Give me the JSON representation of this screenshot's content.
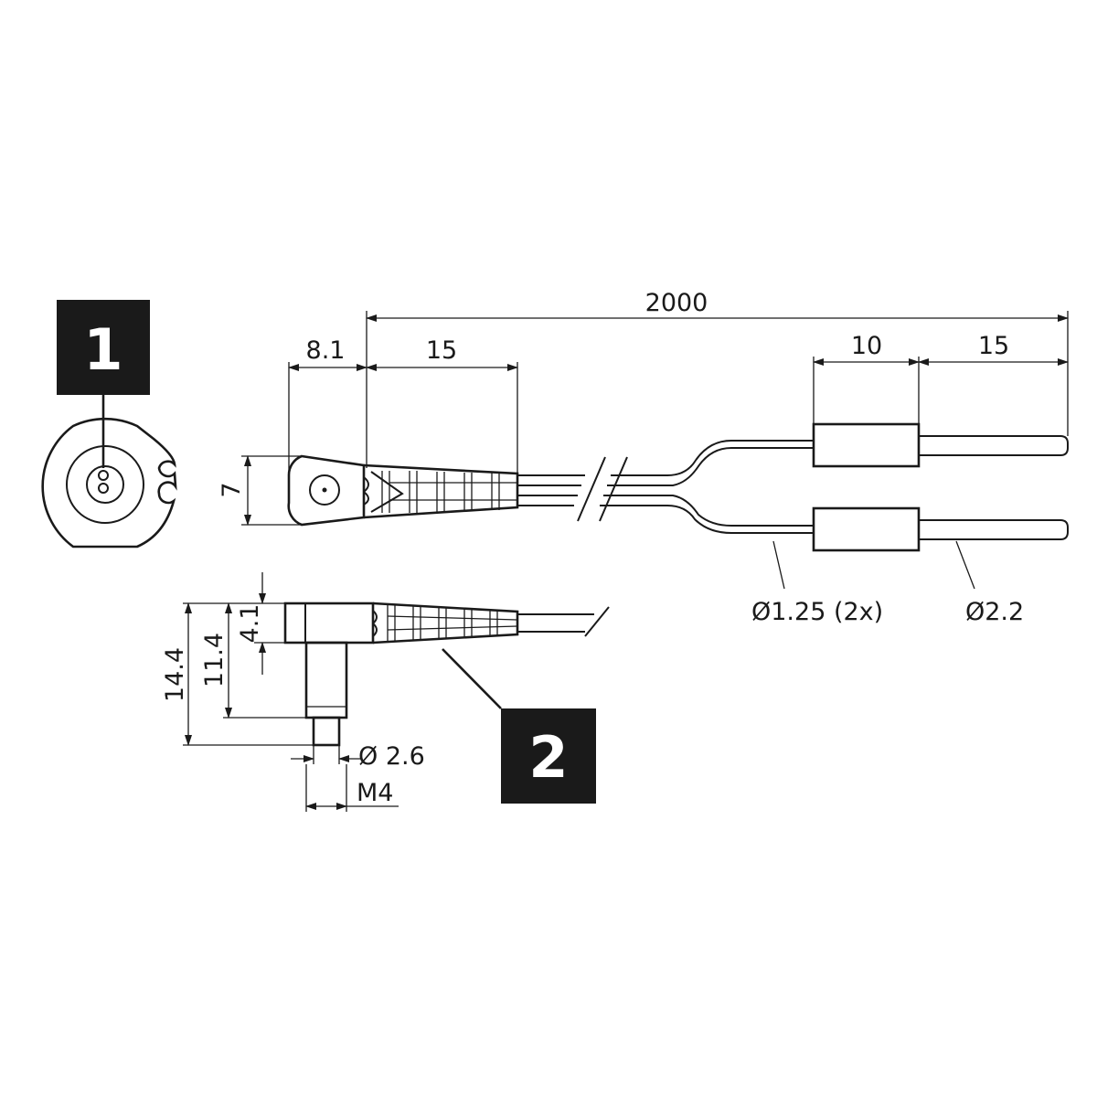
{
  "callouts": {
    "detail_1": "1",
    "detail_2": "2"
  },
  "dimensions": {
    "total_length": "2000",
    "head_length": "8.1",
    "boot_length": "15",
    "sleeve_length": "10",
    "tip_length": "15",
    "head_height": "7",
    "fiber_diameter": "Ø1.25 (2x)",
    "sleeve_diameter": "Ø2.2",
    "side_height": "4.1",
    "side_body": "11.4",
    "side_total": "14.4",
    "pin_diameter": "Ø 2.6",
    "thread": "M4"
  }
}
